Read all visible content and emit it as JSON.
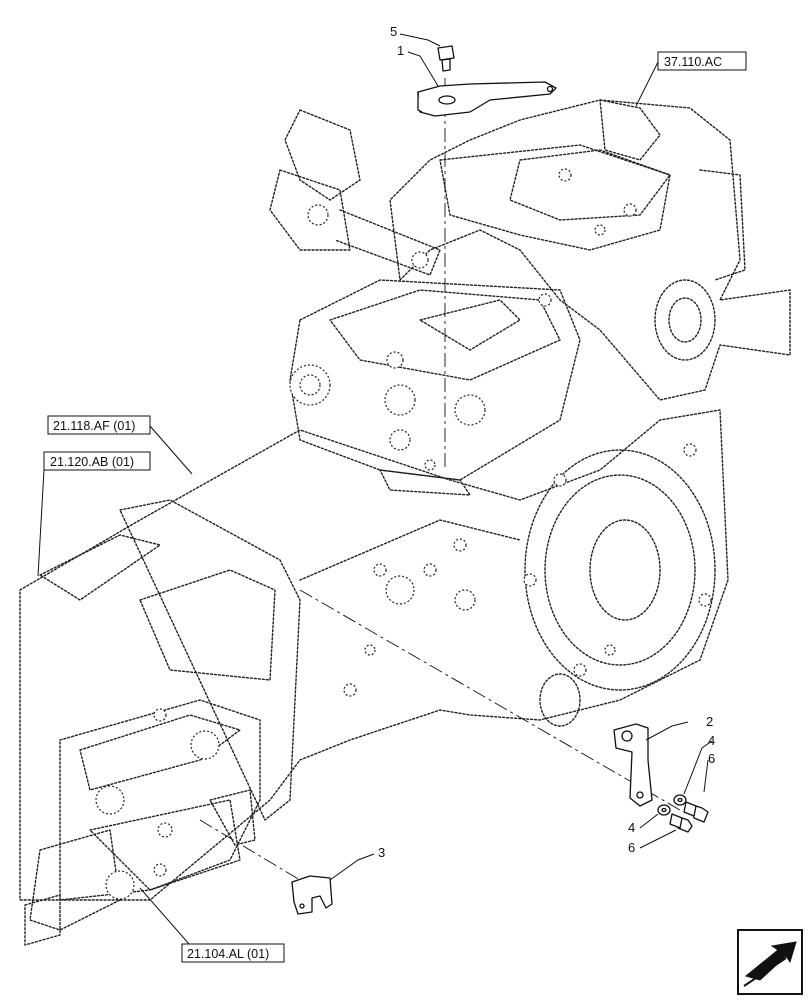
{
  "callouts": [
    {
      "id": "c5a",
      "label": "5"
    },
    {
      "id": "c1",
      "label": "1"
    },
    {
      "id": "c2",
      "label": "2"
    },
    {
      "id": "c4a",
      "label": "4"
    },
    {
      "id": "c6a",
      "label": "6"
    },
    {
      "id": "c4b",
      "label": "4"
    },
    {
      "id": "c6b",
      "label": "6"
    },
    {
      "id": "c3",
      "label": "3"
    }
  ],
  "references": [
    {
      "id": "r1",
      "label": "37.110.AC"
    },
    {
      "id": "r2",
      "label": "21.118.AF (01)"
    },
    {
      "id": "r3",
      "label": "21.120.AB (01)"
    },
    {
      "id": "r4",
      "label": "21.104.AL (01)"
    }
  ],
  "nav_icon": "arrow-next-icon"
}
